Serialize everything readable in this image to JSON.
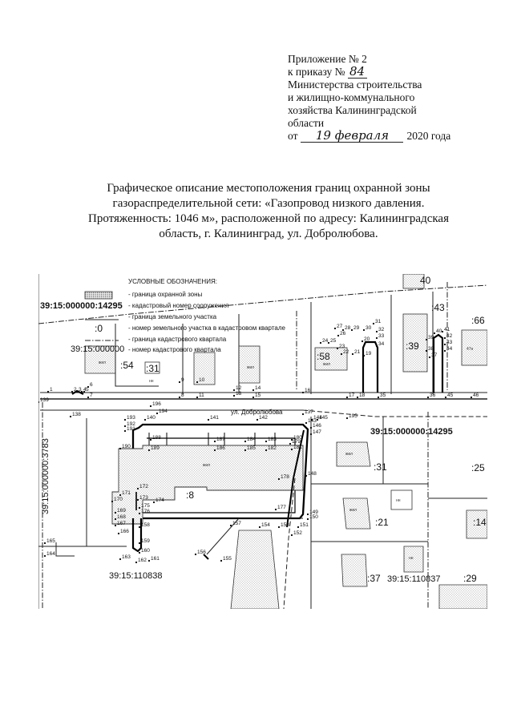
{
  "annex": {
    "line1": "Приложение № 2",
    "line2_prefix": "к приказу №",
    "order_number_handwritten": "84",
    "line3": "Министерства строительства",
    "line4": "и жилищно-коммунального",
    "line5": "хозяйства Калининградской",
    "line6": "области",
    "date_prefix": "от",
    "date_handwritten": "19 февраля",
    "date_suffix": "2020 года"
  },
  "title": {
    "line1": "Графическое описание местоположения границ охранной зоны",
    "line2": "газораспределительной сети: «Газопровод низкого давления.",
    "line3": "Протяженность: 1046 м», расположенной по адресу: Калининградская",
    "line4": "область, г. Калининград, ул. Добролюбова."
  },
  "legend": {
    "heading": "УСЛОВНЫЕ ОБОЗНАЧЕНИЯ:",
    "zone": "- граница охранной зоны",
    "structure_code": "39:15:000000:14295",
    "structure": "- кадастровый номер сооружения",
    "parcel": "- граница земельного участка",
    "parcel_num_code": ":0",
    "parcel_num": "- номер земельного участка в кадастровом квартале",
    "quarter_boundary": "- граница кадастрового квартала",
    "quarter_code": "39:15:000000",
    "quarter": "- номер кадастрового квартала"
  },
  "map": {
    "street": "ул. Добролюбова",
    "structure_label": "39:15:000000:14295",
    "vertical_label": "39:15:000000:3783",
    "quarter_left": "39:15:110838",
    "quarter_right": "39:15:110837",
    "parcels": [
      ":54",
      ":31",
      ":58",
      ":39",
      ":43",
      ":66",
      ":8",
      ":31",
      ":25",
      ":21",
      ":14",
      ":37",
      ":29",
      "40"
    ],
    "building_label": "жил",
    "nn_label": "нн",
    "building_number": "47н"
  }
}
